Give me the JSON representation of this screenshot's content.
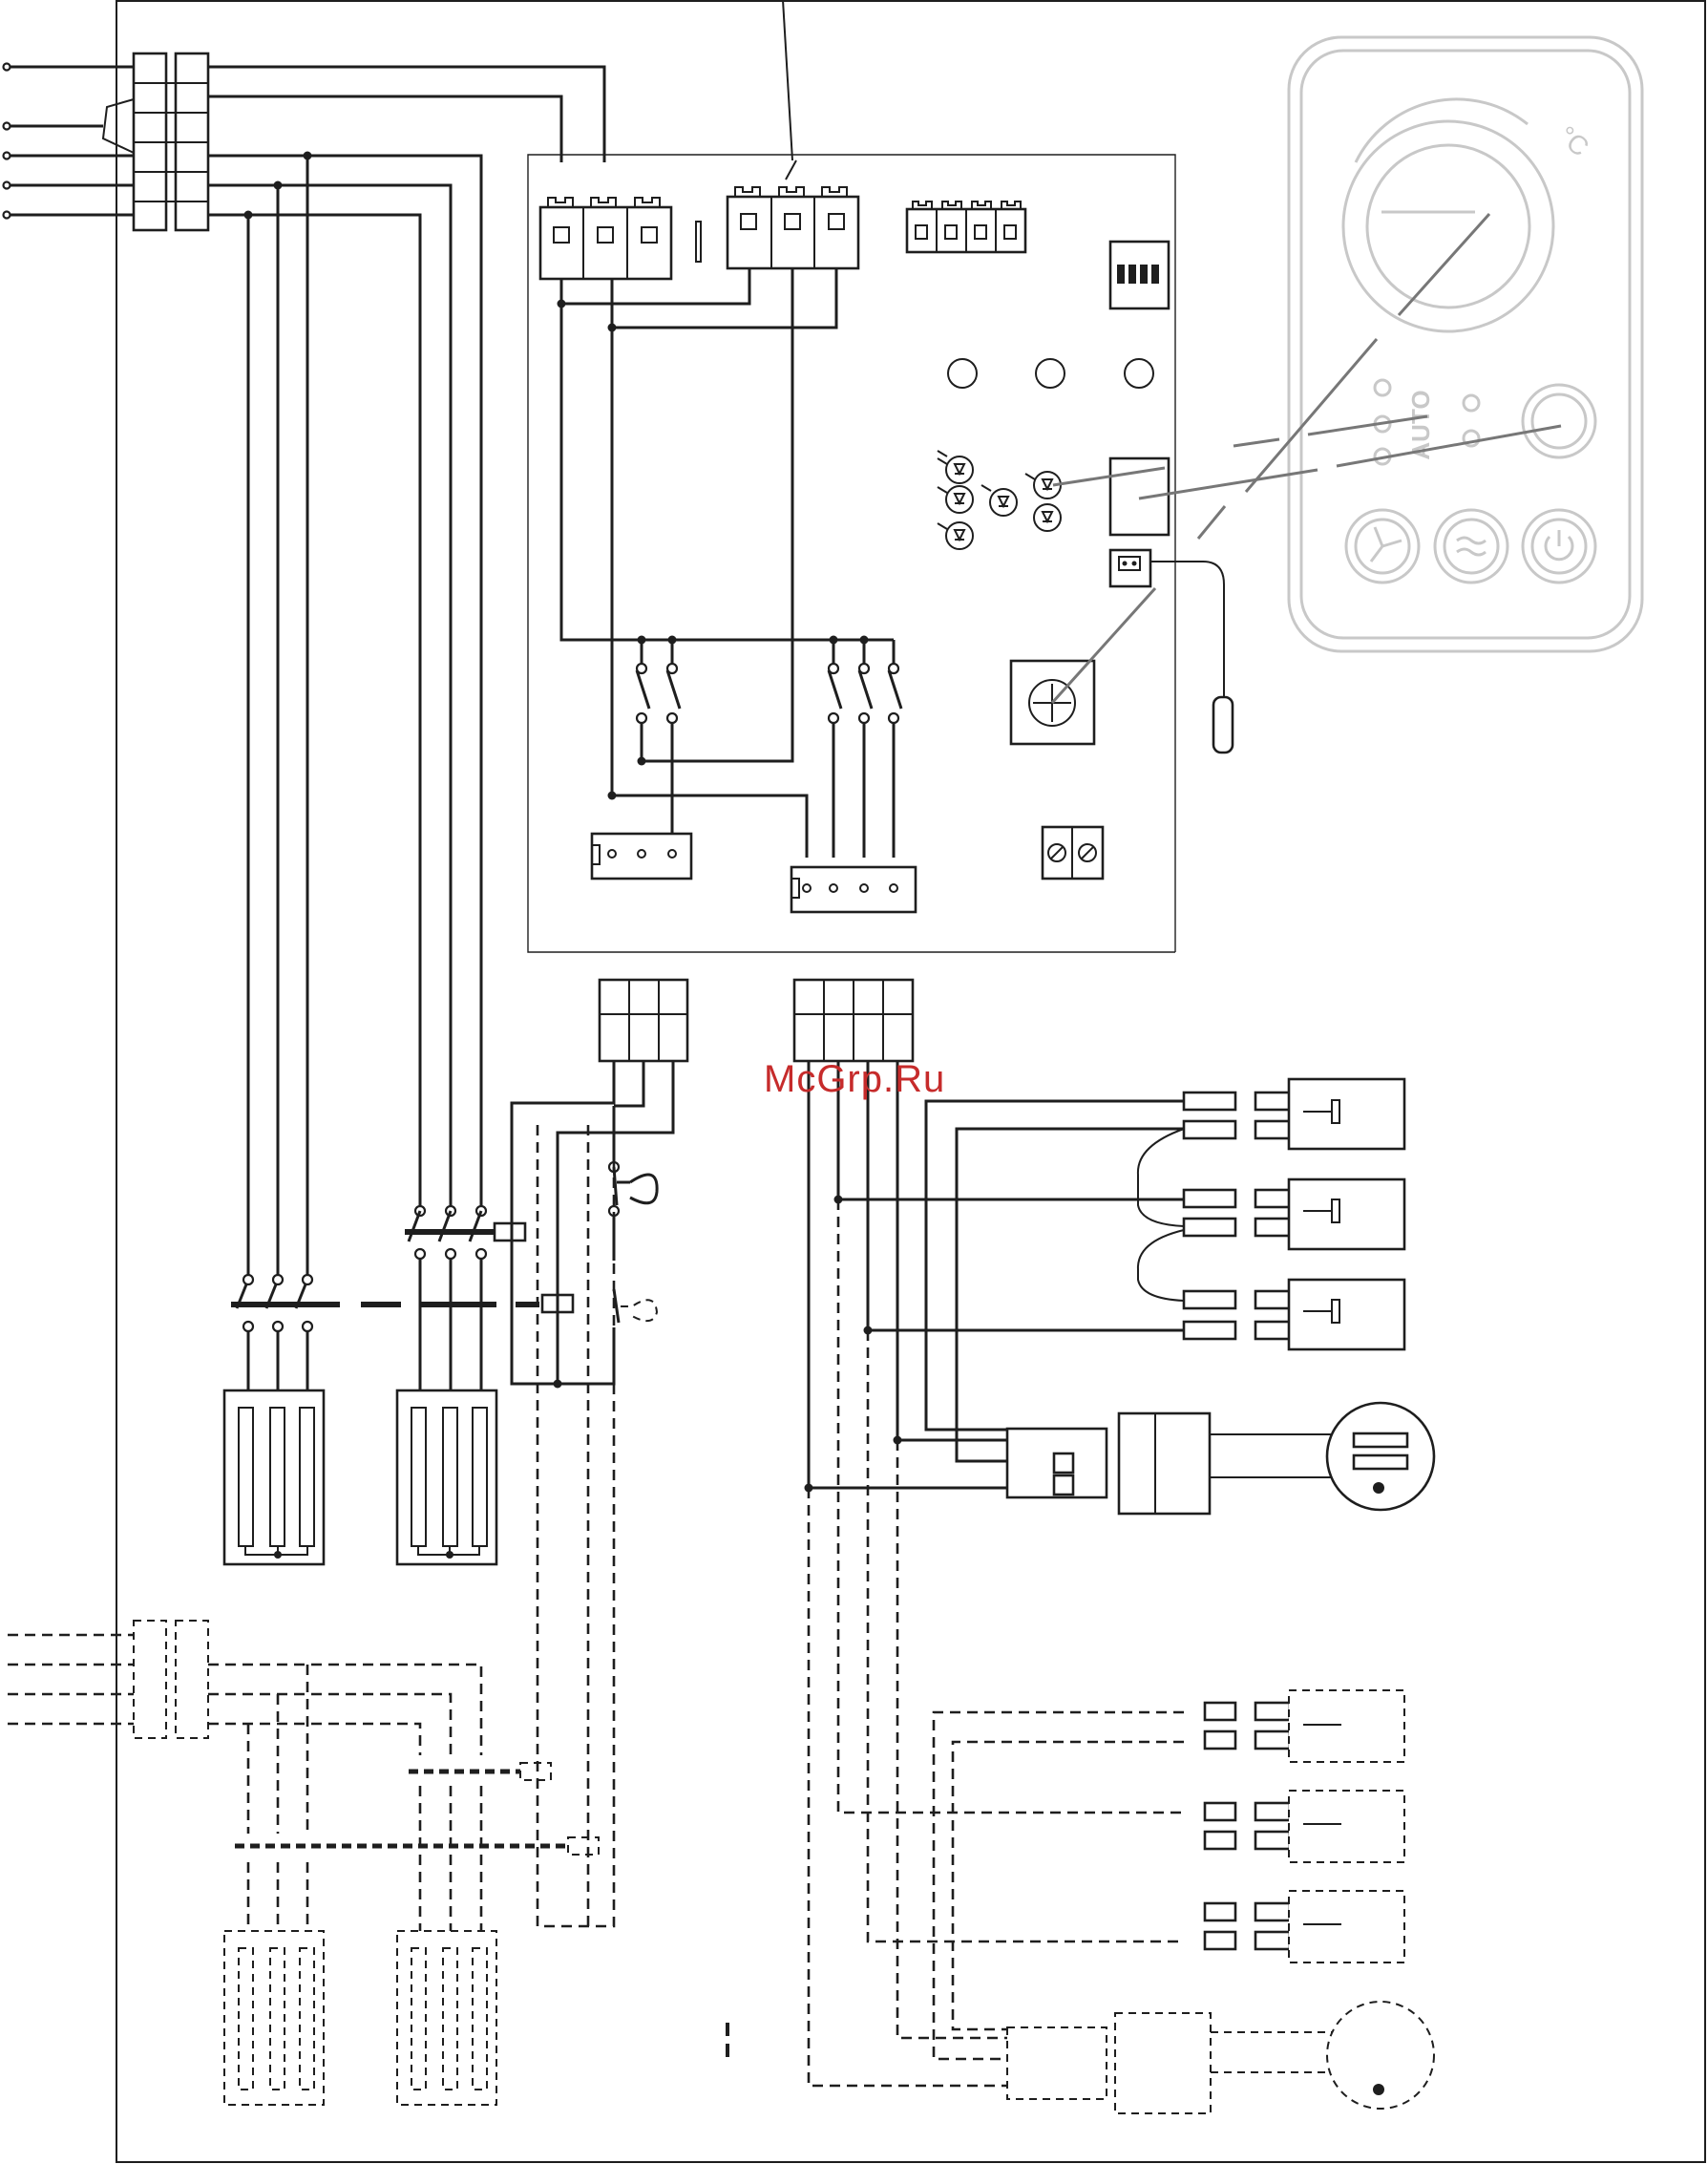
{
  "watermark": "McGrp.Ru",
  "control_panel": {
    "label_auto": "AUTO",
    "unit_celsius": "°C",
    "icons": [
      "fan-icon",
      "heat-icon",
      "power-icon"
    ]
  }
}
